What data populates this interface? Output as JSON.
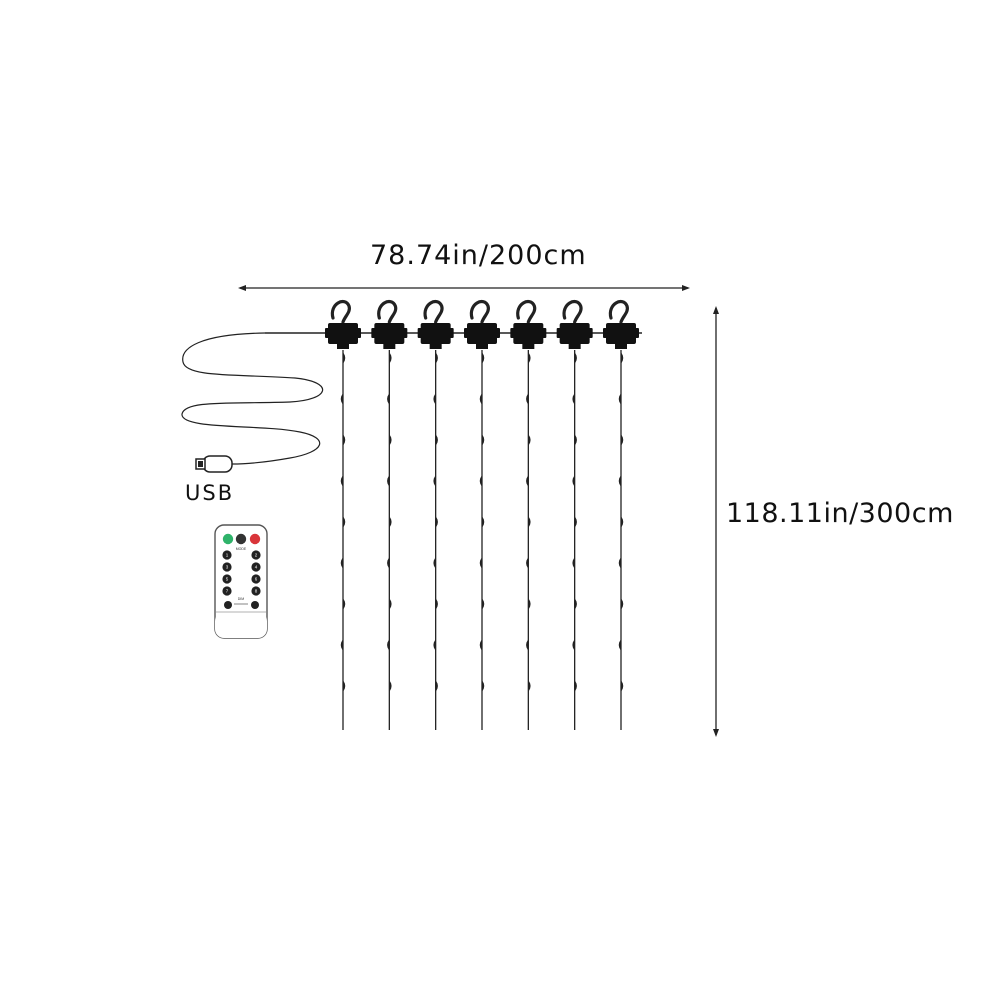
{
  "dimensions": {
    "width_label": "78.74in/200cm",
    "height_label": "118.11in/300cm"
  },
  "usb": {
    "label": "USB"
  },
  "remote": {
    "top_buttons": [
      {
        "icon": "power-on-icon",
        "color": "#2fb36a"
      },
      {
        "icon": "timer-icon",
        "color": "#333333"
      },
      {
        "icon": "power-off-icon",
        "color": "#d9353a"
      }
    ],
    "mode_label": "MODE",
    "number_buttons": [
      "1",
      "2",
      "3",
      "4",
      "5",
      "6",
      "7",
      "8"
    ],
    "dim_label": "DIM"
  },
  "curtain": {
    "strand_count": 7,
    "hook_icon": "hook-icon",
    "wire_color": "#222222"
  }
}
